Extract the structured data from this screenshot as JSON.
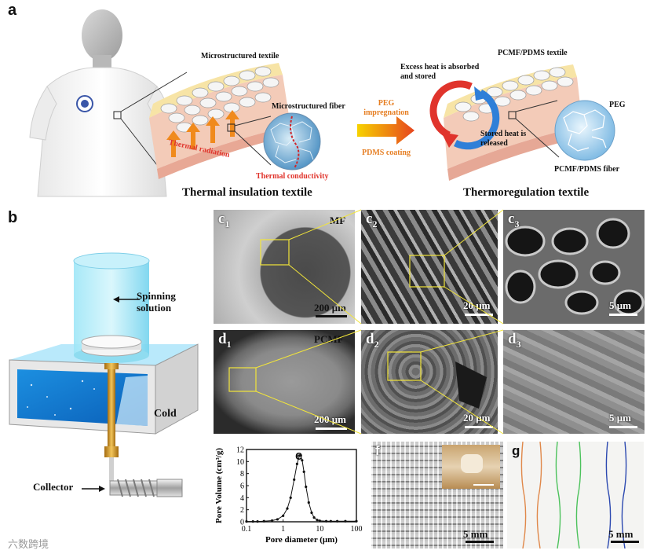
{
  "panels": {
    "a": "a",
    "b": "b",
    "c1": "c",
    "c1_sub": "1",
    "c2": "c",
    "c2_sub": "2",
    "c3": "c",
    "c3_sub": "3",
    "d1": "d",
    "d1_sub": "1",
    "d2": "d",
    "d2_sub": "2",
    "d3": "d",
    "d3_sub": "3",
    "e": "e",
    "f": "f",
    "g": "g"
  },
  "panel_a": {
    "microstructured_textile": "Microstructured textile",
    "microstructured_fiber": "Microstructured fiber",
    "thermal_radiation": "Thermal radiation",
    "thermal_conductivity": "Thermal conductivity",
    "peg_impregnation": "PEG impregnation",
    "pdms_coating": "PDMS coating",
    "excess_heat": "Excess heat is absorbed and stored",
    "pcmf_textile": "PCMF/PDMS textile",
    "peg": "PEG",
    "stored_heat": "Stored heat is released",
    "pcmf_fiber": "PCMF/PDMS fiber",
    "left_title": "Thermal insulation textile",
    "right_title": "Thermoregulation textile"
  },
  "panel_b": {
    "spinning_solution": "Spinning solution",
    "cold": "Cold",
    "collector": "Collector"
  },
  "sem": {
    "mf": "MF",
    "pcmf": "PCMF",
    "scale_200": "200 μm",
    "scale_20": "20 μm",
    "scale_5": "5 μm"
  },
  "panel_fg": {
    "scale_5mm": "5 mm"
  },
  "watermark": "六数跨境",
  "chart_data": {
    "type": "line",
    "xlabel": "Pore diameter (μm)",
    "ylabel": "Pore Volume (cm³/g)",
    "x_scale": "log",
    "xlim": [
      0.1,
      100
    ],
    "ylim": [
      0,
      12
    ],
    "xticks": [
      "0.1",
      "1",
      "10",
      "100"
    ],
    "yticks": [
      "0",
      "2",
      "4",
      "6",
      "8",
      "10",
      "12"
    ],
    "series": [
      {
        "x": [
          0.1,
          0.15,
          0.2,
          0.3,
          0.5,
          0.7,
          1.0,
          1.3,
          1.6,
          2.0,
          2.4,
          2.8,
          3.0,
          3.3,
          3.7,
          4.2,
          5.0,
          6.0,
          7.0,
          8.5,
          10,
          15,
          20,
          30,
          50,
          100
        ],
        "y": [
          0.05,
          0.05,
          0.05,
          0.1,
          0.2,
          0.4,
          1.0,
          2.2,
          4.0,
          7.0,
          9.6,
          11.0,
          11.0,
          10.2,
          8.3,
          5.8,
          3.2,
          1.5,
          0.7,
          0.3,
          0.15,
          0.1,
          0.1,
          0.1,
          0.1,
          0.1
        ]
      }
    ]
  }
}
